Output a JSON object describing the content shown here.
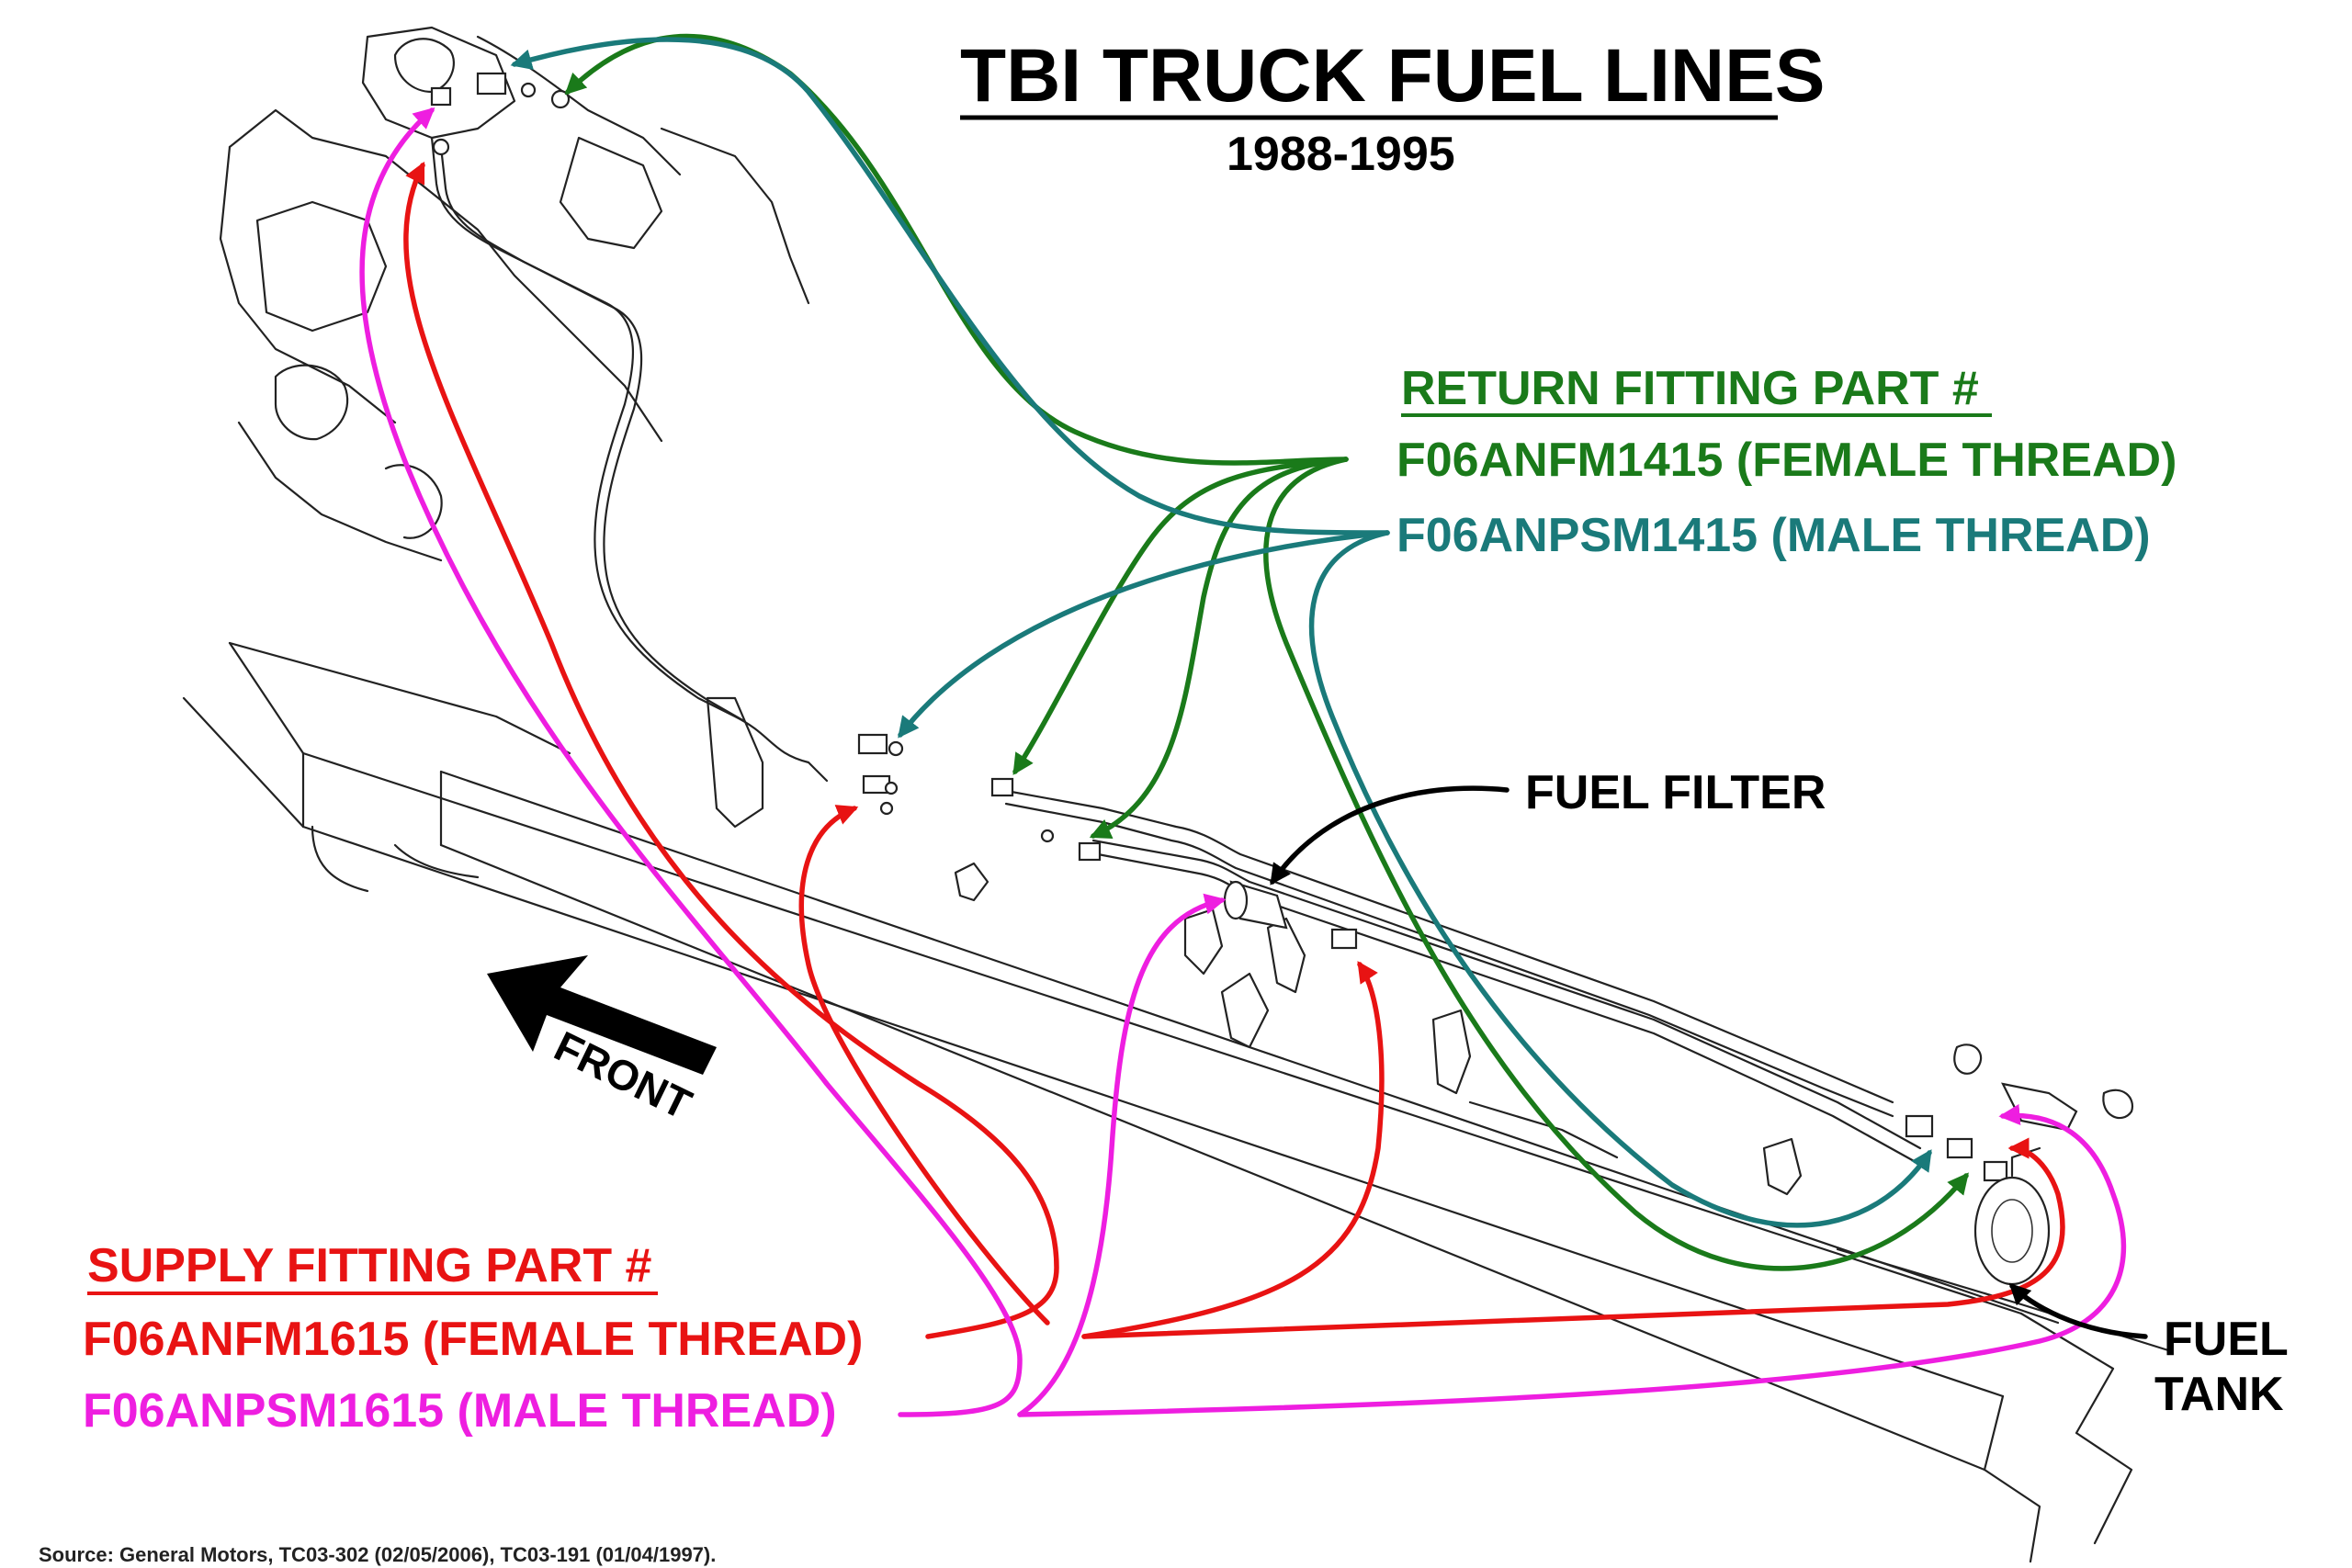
{
  "title": "TBI TRUCK FUEL LINES",
  "subtitle": "1988-1995",
  "return_section": {
    "heading": "RETURN FITTING PART #",
    "female_part": "F06ANFM1415 (FEMALE THREAD)",
    "male_part": "F06ANPSM1415 (MALE THREAD)"
  },
  "supply_section": {
    "heading": "SUPPLY FITTING PART #",
    "female_part": "F06ANFM1615 (FEMALE THREAD)",
    "male_part": "F06ANPSM1615 (MALE THREAD)"
  },
  "labels": {
    "fuel_filter": "FUEL FILTER",
    "fuel_tank_line1": "FUEL",
    "fuel_tank_line2": "TANK",
    "front": "FRONT"
  },
  "source": "Source: General Motors, TC03-302 (02/05/2006), TC03-191 (01/04/1997).",
  "colors": {
    "return_female": "#1a7a1a",
    "return_male": "#1a7a7a",
    "supply_female": "#e81313",
    "supply_male": "#ee1ee0",
    "label": "#000000"
  }
}
